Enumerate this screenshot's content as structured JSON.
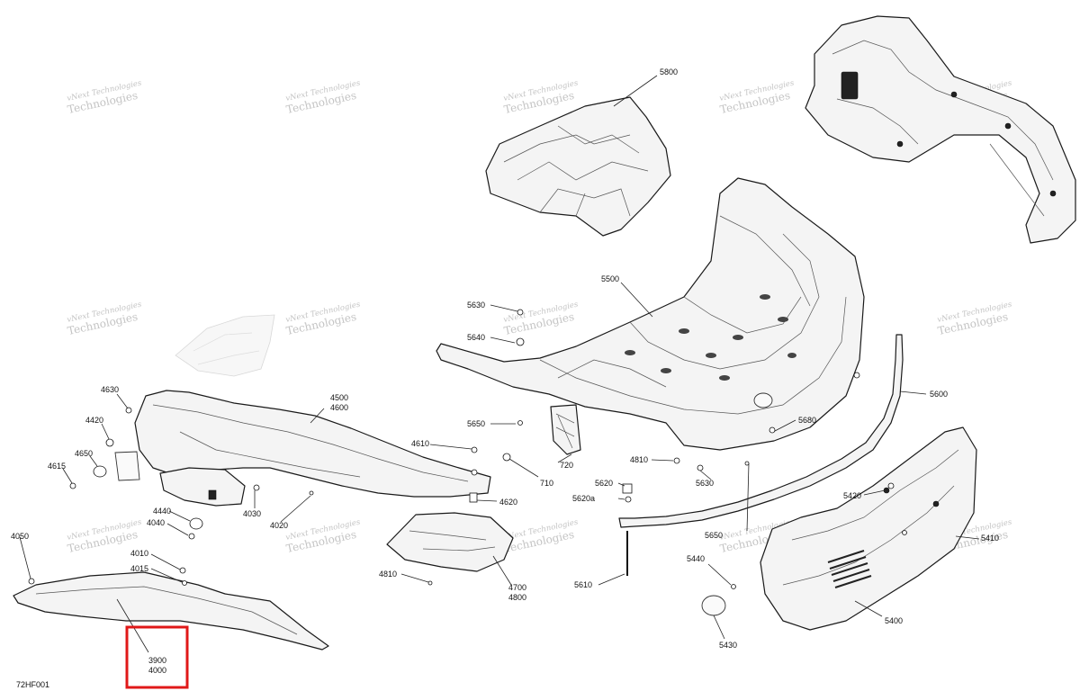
{
  "diagram_id": "72HF001",
  "watermark": {
    "line1": "vNext Technologies",
    "line2": "Technologies"
  },
  "callouts": {
    "c5800": "5800",
    "c5500": "5500",
    "c5630a": "5630",
    "c5640": "5640",
    "c5650a": "5650",
    "c710": "710",
    "c720": "720",
    "c4810a": "4810",
    "c5630b": "5630",
    "c5680": "5680",
    "c5600": "5600",
    "c5620": "5620",
    "c5620a": "5620a",
    "c5650b": "5650",
    "c5610": "5610",
    "c5440": "5440",
    "c5420": "5420",
    "c5410": "5410",
    "c5400": "5400",
    "c5430": "5430",
    "c4630": "4630",
    "c4420": "4420",
    "c4650": "4650",
    "c4615": "4615",
    "c4500": "4500",
    "c4600": "4600",
    "c4610": "4610",
    "c4620": "4620",
    "c4440": "4440",
    "c4040": "4040",
    "c4030": "4030",
    "c4020": "4020",
    "c4050": "4050",
    "c4010": "4010",
    "c4015": "4015",
    "c4700": "4700",
    "c4800": "4800",
    "c4810b": "4810",
    "c3900": "3900",
    "c4000": "4000"
  },
  "highlight_color": "#e01818"
}
